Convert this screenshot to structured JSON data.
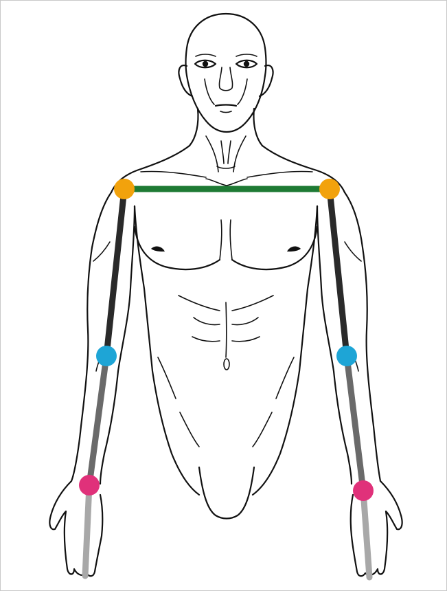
{
  "colors": {
    "shoulder_line": "#1e7a34",
    "upper_arm": "#2a2a2a",
    "forearm": "#6a6a6a",
    "hand": "#a8a8a8",
    "shoulder_joint": "#f2a20c",
    "elbow_joint": "#1ea5d6",
    "wrist_joint": "#e0317a",
    "body_outline": "#111111"
  },
  "icons": {
    "figure": "male-body-outline",
    "shoulder": "shoulder-joint-marker",
    "elbow": "elbow-joint-marker",
    "wrist": "wrist-joint-marker"
  }
}
